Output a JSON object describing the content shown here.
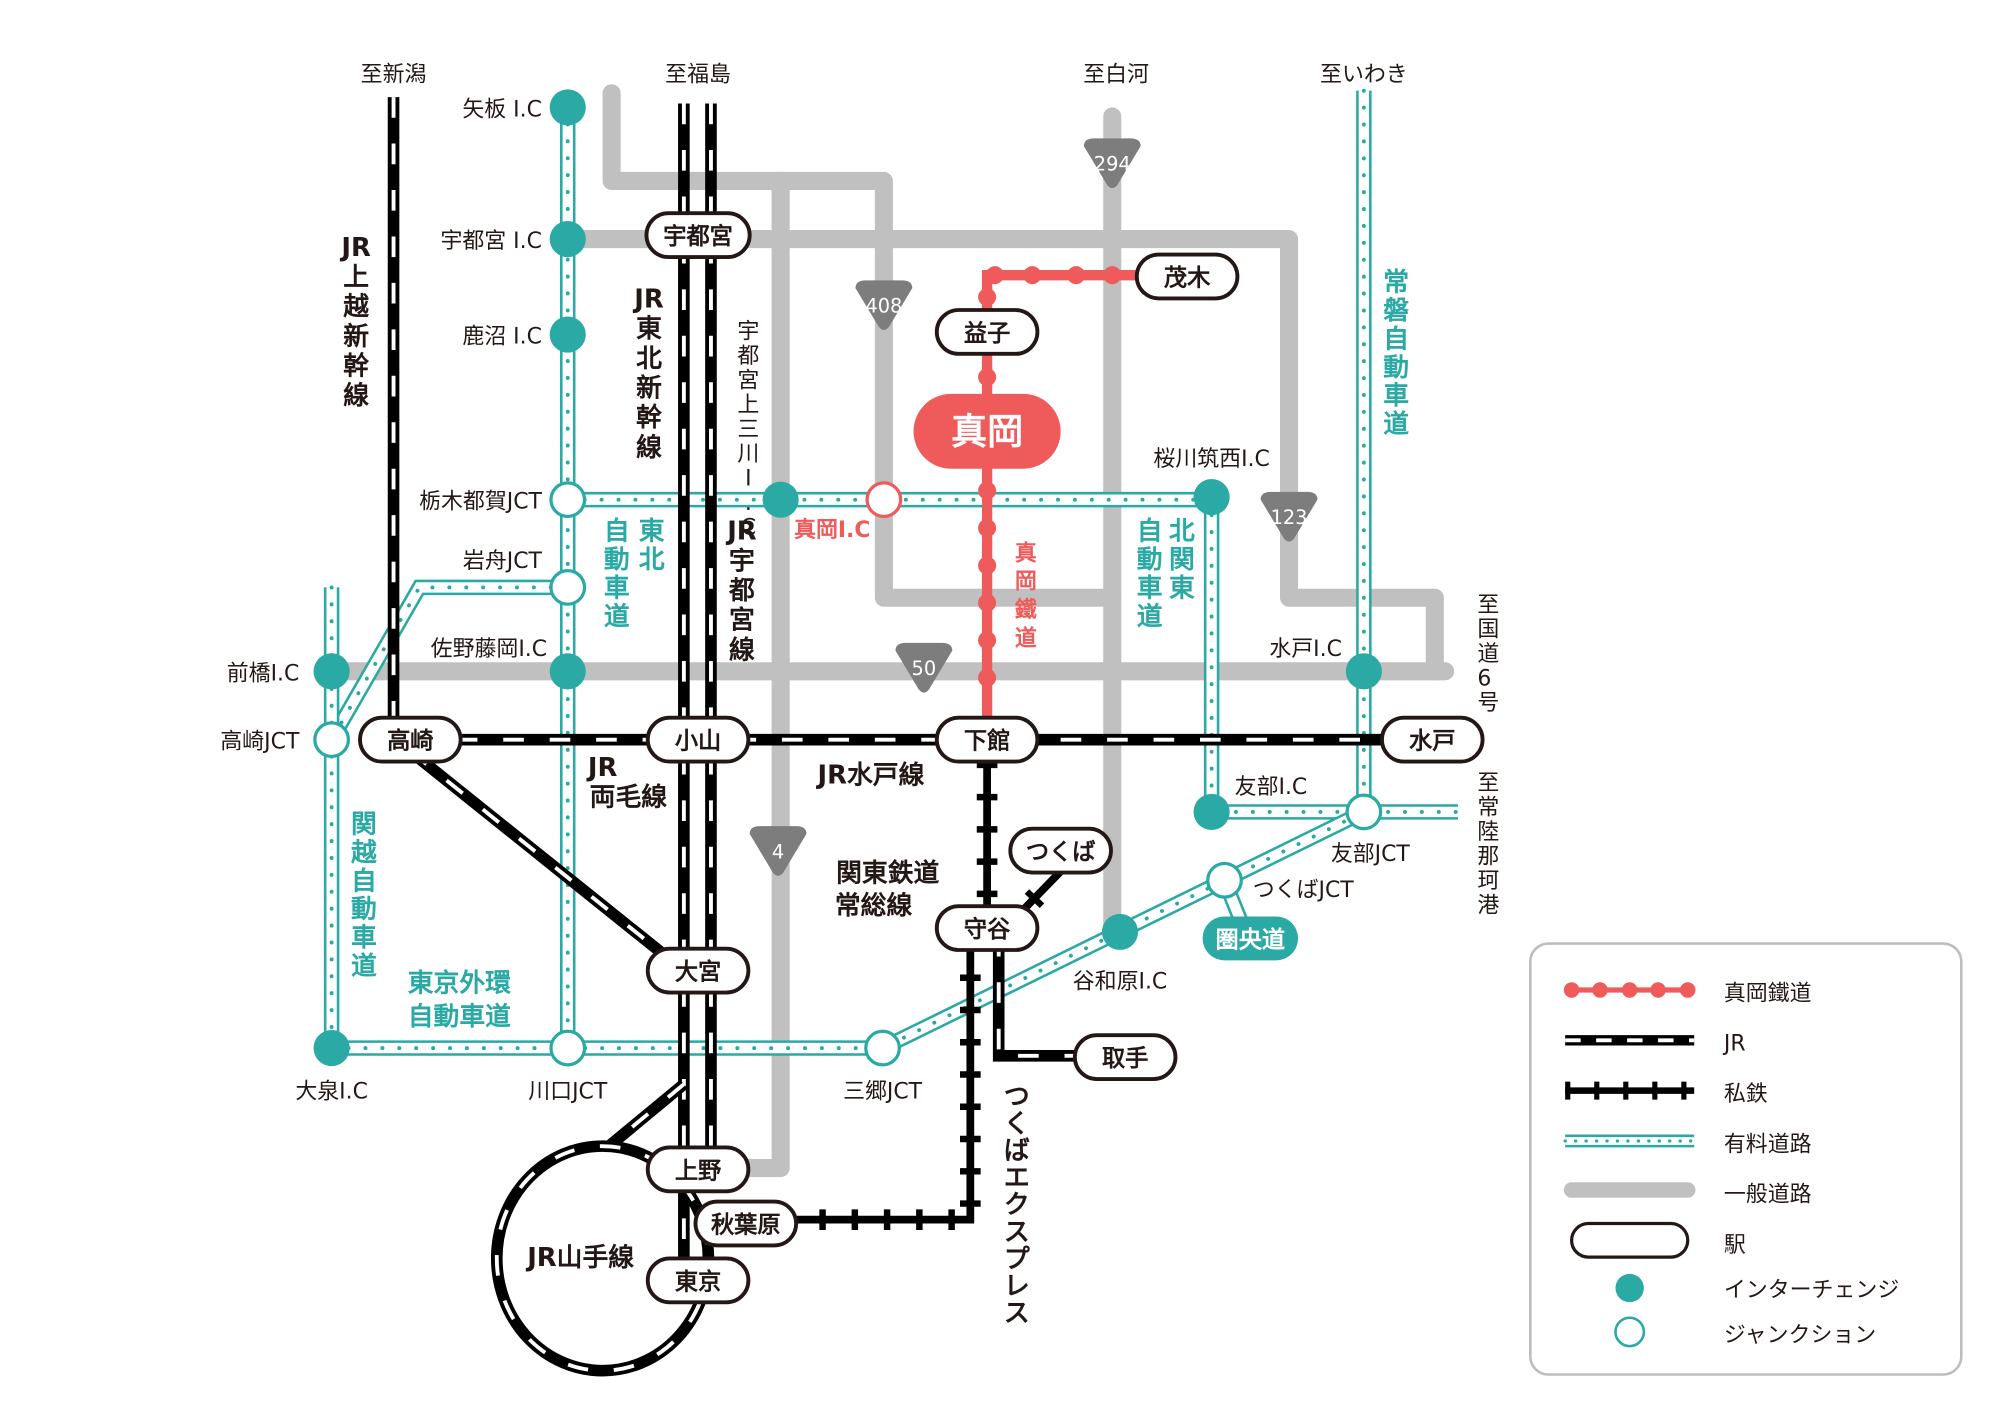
{
  "map": {
    "title": "真岡へのアクセスマップ",
    "colors": {
      "moka_railway": "#ef5b5b",
      "toll_road": "#2aa9a5",
      "general_road": "#c0c0c0",
      "jr": "#000000",
      "station_outline": "#231815",
      "route_shield": "#7d7d7d"
    },
    "directions": {
      "niigata": "至新潟",
      "fukushima": "至福島",
      "shirakawa": "至白河",
      "iwaki": "至いわき",
      "route6": "至国道6号",
      "hitachinaka": "至常陸那珂港"
    },
    "stations": {
      "utsunomiya": "宇都宮",
      "mashiko": "益子",
      "motegi": "茂木",
      "moka": "真岡",
      "takasaki": "高崎",
      "oyama": "小山",
      "shimodate": "下館",
      "mito": "水戸",
      "tsukuba": "つくば",
      "moriya": "守谷",
      "toride": "取手",
      "omiya": "大宮",
      "ueno": "上野",
      "akihabara": "秋葉原",
      "tokyo": "東京"
    },
    "interchanges": {
      "yaita": "矢板 I.C",
      "utsunomiya": "宇都宮 I.C",
      "kanuma": "鹿沼 I.C",
      "utsunomiya_kamimikawa": "宇都宮上三川I.C",
      "sakuragawa_chikusei": "桜川筑西I.C",
      "moka": "真岡I.C",
      "sano_fujioka": "佐野藤岡I.C",
      "maebashi": "前橋I.C",
      "mito": "水戸I.C",
      "tomobe": "友部I.C",
      "yawara": "谷和原I.C",
      "oizumi": "大泉I.C"
    },
    "junctions": {
      "tochigi_tsuga": "栃木都賀JCT",
      "iwafune": "岩舟JCT",
      "takasaki": "高崎JCT",
      "tomobe": "友部JCT",
      "tsukuba": "つくばJCT",
      "kawaguchi": "川口JCT",
      "misato": "三郷JCT"
    },
    "lines": {
      "joetsu_shinkansen": "JR上越新幹線",
      "tohoku_shinkansen": "JR東北新幹線",
      "utsunomiya_line": "JR宇都宮線",
      "ryomo_line": "JR両毛線",
      "mito_line": "JR水戸線",
      "joso_line": "関東鉄道常総線",
      "tsukuba_express": "つくばエクスプレス",
      "yamanote_line": "JR山手線",
      "moka_railway": "真岡鐵道"
    },
    "expressways": {
      "tohoku": "東北自動車道",
      "kita_kanto": "北関東自動車道",
      "joban": "常磐自動車道",
      "kanetsu": "関越自動車道",
      "gaikan": "東京外環自動車道",
      "kenodo": "圏央道"
    },
    "route_shields": [
      "294",
      "408",
      "123",
      "50",
      "4"
    ]
  },
  "legend": {
    "items": [
      {
        "label": "真岡鐵道",
        "symbol": "moka-railway-line"
      },
      {
        "label": "JR",
        "symbol": "jr-line"
      },
      {
        "label": "私鉄",
        "symbol": "private-railway-line"
      },
      {
        "label": "有料道路",
        "symbol": "toll-road-line"
      },
      {
        "label": "一般道路",
        "symbol": "general-road-line"
      },
      {
        "label": "駅",
        "symbol": "station-shape"
      },
      {
        "label": "インターチェンジ",
        "symbol": "interchange-dot"
      },
      {
        "label": "ジャンクション",
        "symbol": "junction-circle"
      }
    ]
  }
}
